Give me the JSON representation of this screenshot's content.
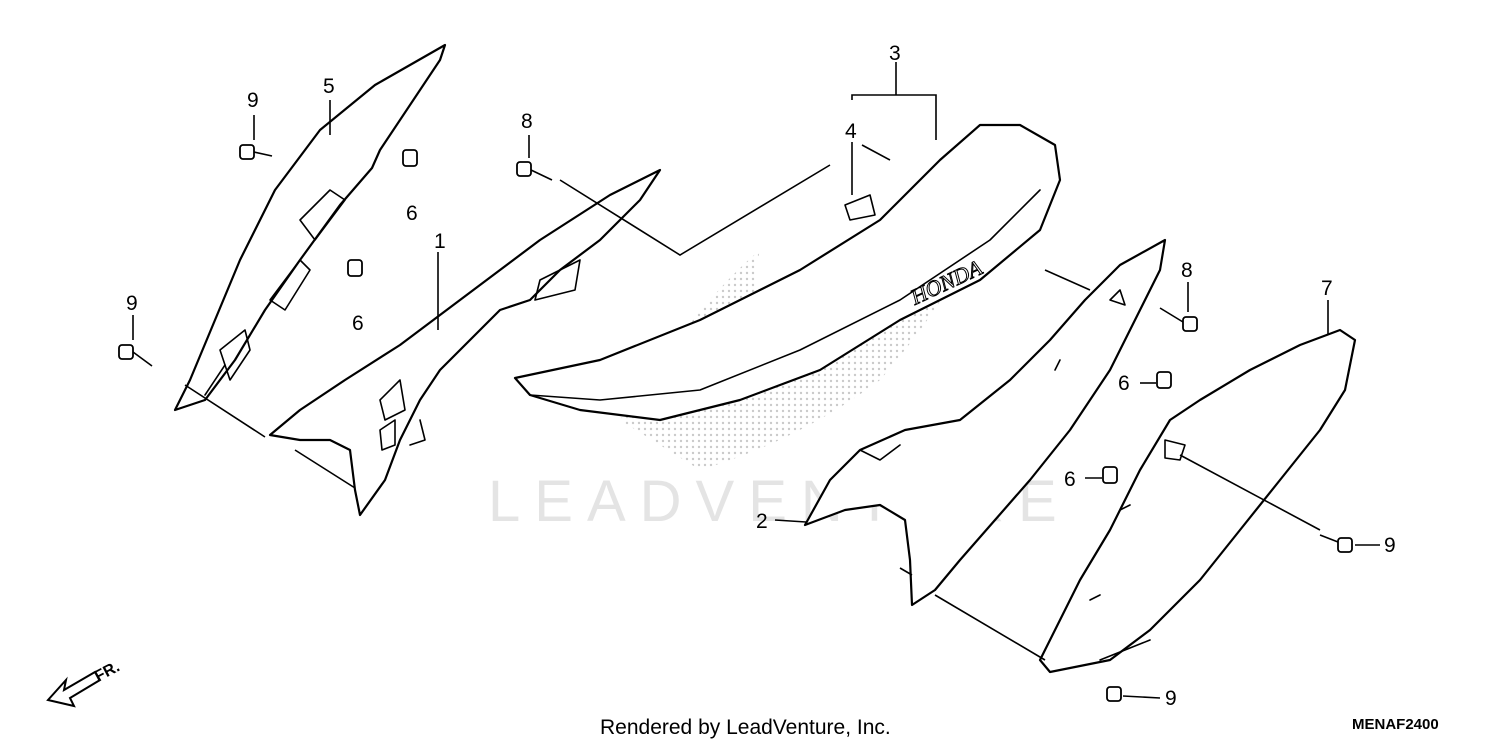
{
  "diagram": {
    "callouts": [
      {
        "id": "c1",
        "label": "1"
      },
      {
        "id": "c2",
        "label": "2"
      },
      {
        "id": "c3",
        "label": "3"
      },
      {
        "id": "c4",
        "label": "4"
      },
      {
        "id": "c5",
        "label": "5"
      },
      {
        "id": "c6a",
        "label": "6"
      },
      {
        "id": "c6b",
        "label": "6"
      },
      {
        "id": "c6c",
        "label": "6"
      },
      {
        "id": "c6d",
        "label": "6"
      },
      {
        "id": "c7",
        "label": "7"
      },
      {
        "id": "c8a",
        "label": "8"
      },
      {
        "id": "c8b",
        "label": "8"
      },
      {
        "id": "c9a",
        "label": "9"
      },
      {
        "id": "c9b",
        "label": "9"
      },
      {
        "id": "c9c",
        "label": "9"
      },
      {
        "id": "c9d",
        "label": "9"
      }
    ],
    "seat_marking": "HONDA",
    "front_indicator": "FR."
  },
  "watermark": "LEADVENTURE",
  "footer": {
    "credit": "Rendered by LeadVenture, Inc.",
    "diagram_code": "MENAF2400"
  }
}
